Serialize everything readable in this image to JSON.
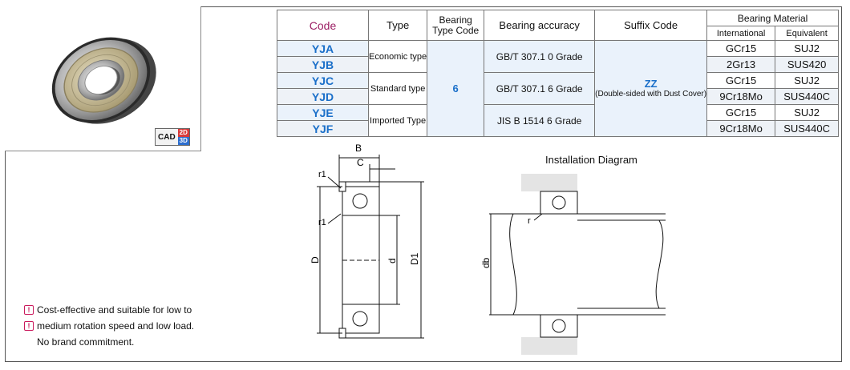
{
  "badge": {
    "cad": "CAD",
    "d2": "2D",
    "d3": "3D"
  },
  "table": {
    "headers": {
      "code": "Code",
      "type": "Type",
      "type_code_line1": "Bearing",
      "type_code_line2": "Type Code",
      "accuracy": "Bearing accuracy",
      "suffix": "Suffix Code",
      "material": "Bearing Material",
      "international": "International",
      "equivalent": "Equivalent"
    },
    "codes": [
      "YJA",
      "YJB",
      "YJC",
      "YJD",
      "YJE",
      "YJF"
    ],
    "types": [
      "Economic type",
      "Standard type",
      "Imported Type"
    ],
    "type_code": "6",
    "accuracy": [
      "GB/T 307.1  0  Grade",
      "GB/T 307.1  6  Grade",
      "JIS  B 1514  6 Grade"
    ],
    "suffix_code": "ZZ",
    "suffix_desc": "(Double-sided with Dust Cover)",
    "materials": [
      {
        "international": "GCr15",
        "equivalent": "SUJ2"
      },
      {
        "international": "2Gr13",
        "equivalent": "SUS420"
      },
      {
        "international": "GCr15",
        "equivalent": "SUJ2"
      },
      {
        "international": "9Cr18Mo",
        "equivalent": "SUS440C"
      },
      {
        "international": "GCr15",
        "equivalent": "SUJ2"
      },
      {
        "international": "9Cr18Mo",
        "equivalent": "SUS440C"
      }
    ]
  },
  "diagram": {
    "labels": {
      "B": "B",
      "C": "C",
      "r1_top": "r1",
      "r1_bottom": "r1",
      "D": "D",
      "d": "d",
      "D1": "D1"
    }
  },
  "install": {
    "title": "Installation Diagram",
    "labels": {
      "r": "r",
      "db": "db"
    }
  },
  "notes": {
    "line1": "Cost-effective and suitable for low to",
    "line2": "medium rotation speed and low load.",
    "line3": "No brand commitment."
  }
}
